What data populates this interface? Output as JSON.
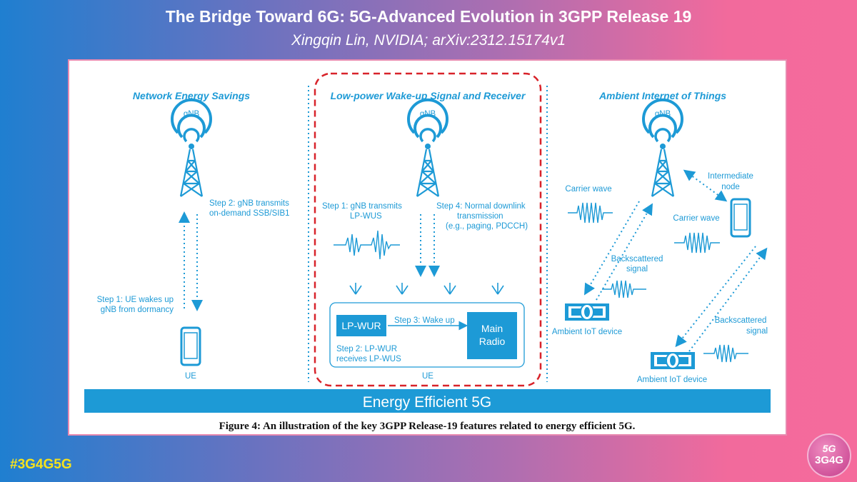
{
  "slide": {
    "title": "The Bridge Toward 6G: 5G-Advanced Evolution in 3GPP Release 19",
    "subtitle": "Xingqin Lin, NVIDIA; arXiv:2312.15174v1",
    "hashtag": "#3G4G5G",
    "logo_top": "5G",
    "logo_bottom": "3G4G"
  },
  "figure": {
    "caption": "Figure 4: An illustration of the key 3GPP Release-19 features related to energy efficient 5G.",
    "banner": "Energy Efficient 5G",
    "colors": {
      "accent": "#1d9ad6",
      "highlight_box": "#d8232a",
      "banner": "#1d9ad6"
    },
    "left": {
      "heading": "Network Energy Savings",
      "gnb": "gNB",
      "step2": [
        "Step 2: gNB transmits",
        "on-demand SSB/SIB1"
      ],
      "step1": [
        "Step 1: UE wakes up",
        "gNB from dormancy"
      ],
      "ue": "UE"
    },
    "middle": {
      "heading": "Low-power Wake-up Signal and Receiver",
      "gnb": "gNB",
      "step1": [
        "Step 1: gNB transmits",
        "LP-WUS"
      ],
      "step4": [
        "Step 4: Normal downlink",
        "transmission",
        "(e.g., paging, PDCCH)"
      ],
      "lpwur": "LP-WUR",
      "step3": "Step 3: Wake up",
      "main_radio": [
        "Main",
        "Radio"
      ],
      "step2": [
        "Step 2: LP-WUR",
        "receives LP-WUS"
      ],
      "ue": "UE"
    },
    "right": {
      "heading": "Ambient Internet of Things",
      "gnb": "gNB",
      "intermediate": [
        "Intermediate",
        "node"
      ],
      "carrier1": "Carrier wave",
      "carrier2": "Carrier wave",
      "backscatter1": [
        "Backscattered",
        "signal"
      ],
      "backscatter2": [
        "Backscattered",
        "signal"
      ],
      "device1": "Ambient IoT device",
      "device2": "Ambient IoT device"
    }
  }
}
